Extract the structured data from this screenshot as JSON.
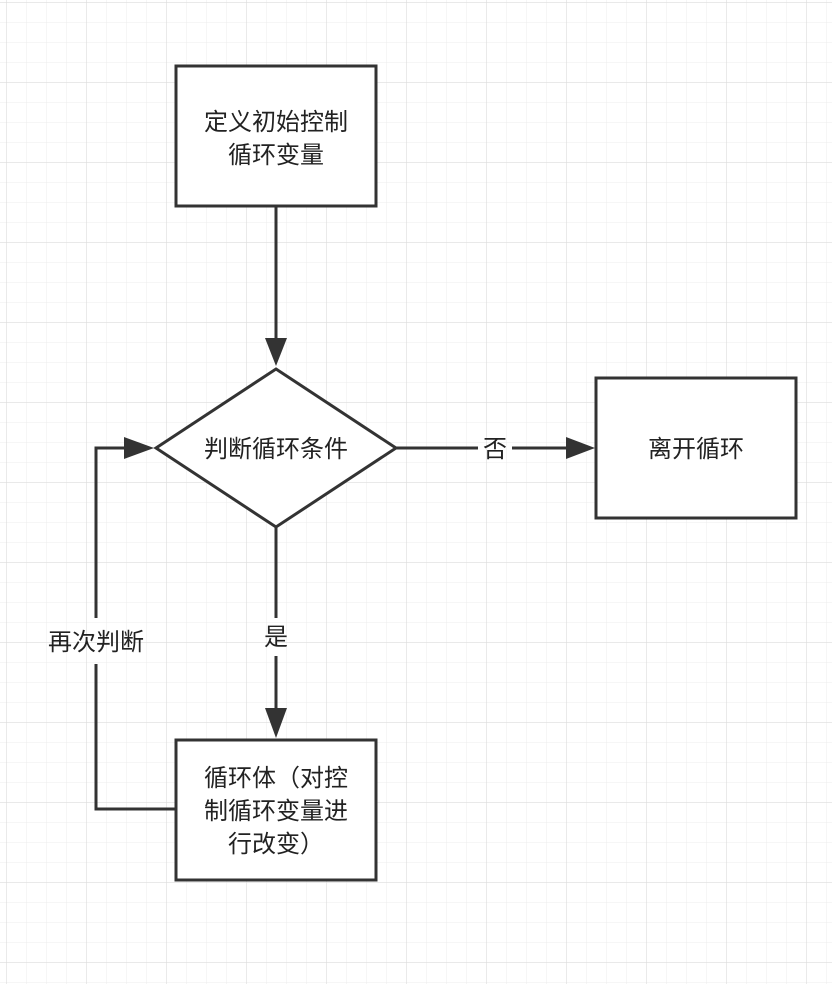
{
  "colors": {
    "background": "#ffffff",
    "grid_minor": "#ececec",
    "grid_major": "#dcdcdc",
    "stroke": "#333333",
    "text": "#222222"
  },
  "nodes": {
    "init": {
      "lines": [
        "定义初始控制",
        "循环变量"
      ]
    },
    "condition": {
      "lines": [
        "判断循环条件"
      ]
    },
    "exit": {
      "lines": [
        "离开循环"
      ]
    },
    "body": {
      "lines": [
        "循环体（对控",
        "制循环变量进",
        "行改变）"
      ]
    }
  },
  "edges": {
    "no_label": "否",
    "yes_label": "是",
    "loop_label": "再次判断"
  }
}
